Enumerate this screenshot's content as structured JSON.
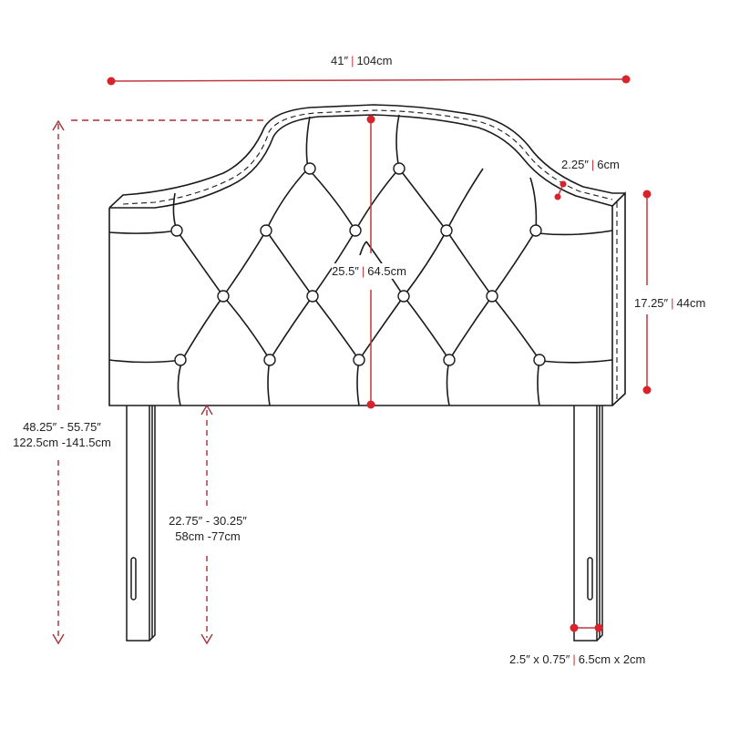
{
  "diagram": {
    "type": "product-dimension-drawing",
    "subject": "tufted upholstered headboard with two legs",
    "accent_color": "#d8232a",
    "line_color": "#1a1a1a",
    "dash_color": "#a0323a"
  },
  "dimensions": {
    "overall_width": {
      "imperial": "41″",
      "metric": "104cm"
    },
    "panel_height": {
      "imperial": "25.5″",
      "metric": "64.5cm"
    },
    "border_thickness": {
      "imperial": "2.25″",
      "metric": "6cm"
    },
    "side_height": {
      "imperial": "17.25″",
      "metric": "44cm"
    },
    "overall_height": {
      "imperial": "48.25″ - 55.75″",
      "metric": "122.5cm -141.5cm"
    },
    "leg_clearance": {
      "imperial": "22.75″ - 30.25″",
      "metric": "58cm -77cm"
    },
    "leg_section": {
      "imperial": "2.5″ x 0.75″",
      "metric": "6.5cm x 2cm"
    }
  },
  "separator": "|"
}
